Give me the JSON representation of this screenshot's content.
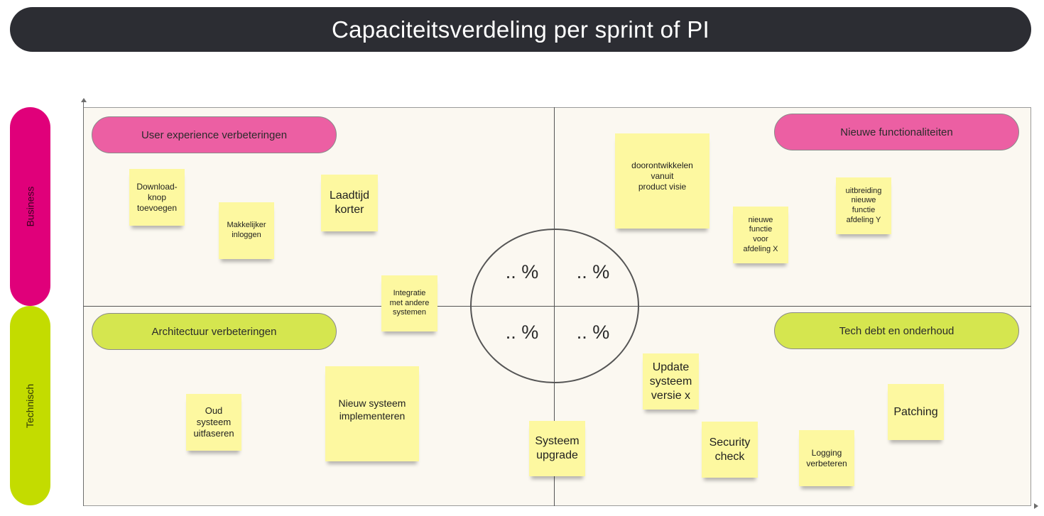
{
  "title": "Capaciteitsverdeling per sprint of PI",
  "side_labels": {
    "business": "Business",
    "technisch": "Technisch"
  },
  "quadrants": {
    "top_left": "User experience verbeteringen",
    "top_right": "Nieuwe functionaliteiten",
    "bottom_left": "Architectuur verbeteringen",
    "bottom_right": "Tech debt en onderhoud"
  },
  "percentages": {
    "top_left": ".. %",
    "top_right": ".. %",
    "bottom_left": ".. %",
    "bottom_right": ".. %"
  },
  "stickies": {
    "download": "Download-\nknop\ntoevoegen",
    "inloggen": "Makkelijker\ninloggen",
    "laadtijd": "Laadtijd\nkorter",
    "integratie": "Integratie\nmet andere\nsystemen",
    "doorontwikkelen": "doorontwikkelen\nvanuit\nproduct visie",
    "functie_x": "nieuwe\nfunctie\nvoor\nafdeling X",
    "functie_y": "uitbreiding\nnieuwe\nfunctie\nafdeling Y",
    "oud_systeem": "Oud\nsysteem\nuitfaseren",
    "nieuw_systeem": "Nieuw systeem\nimplementeren",
    "systeem_upgrade": "Systeem\nupgrade",
    "update_systeem": "Update\nsysteem\nversie x",
    "security": "Security\ncheck",
    "logging": "Logging\nverbeteren",
    "patching": "Patching"
  },
  "colors": {
    "title_bar": "#2c2d33",
    "business": "#e0007a",
    "technisch": "#c3dc00",
    "pill_pink": "#ec5fa3",
    "pill_green": "#d5e64f",
    "sticky": "#fdf8a0",
    "board": "#fbf8f1"
  }
}
